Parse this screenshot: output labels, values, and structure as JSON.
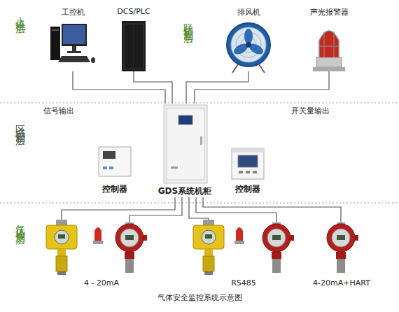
{
  "diagram": {
    "caption": "气体安全监控系统示意图",
    "nodes": [
      {
        "text": [
          "工控机"
        ]
      },
      {
        "text": [
          "DCS/PLC"
        ]
      },
      {
        "text": [
          "排风机"
        ]
      },
      {
        "text": [
          "声光报警器"
        ]
      },
      {
        "text": [
          "控制器"
        ]
      },
      {
        "text": [
          "GDS系统机柜"
        ]
      },
      {
        "text": [
          "控制器"
        ]
      }
    ],
    "edges": [
      {
        "from": 0,
        "to": 5,
        "arrow": "none"
      },
      {
        "from": 1,
        "to": 5,
        "arrow": "none"
      },
      {
        "from": 2,
        "to": 5,
        "arrow": "none"
      },
      {
        "from": 3,
        "to": 5,
        "arrow": "none"
      }
    ],
    "labels": [
      "上位机层",
      "联锁控制层",
      "信号输出",
      "开关量输出",
      "区域控制层",
      "气体检测层",
      "4 - 20mA",
      "RS485",
      "4-20mA+HART"
    ]
  }
}
